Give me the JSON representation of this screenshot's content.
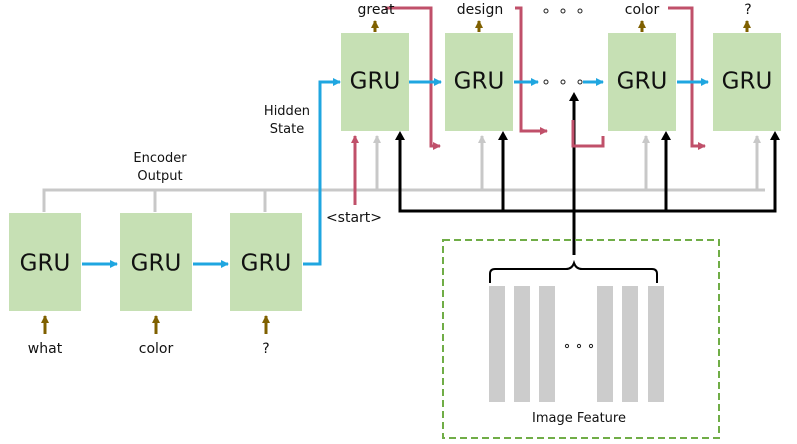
{
  "encoder": {
    "cells": [
      {
        "label": "GRU",
        "input": "what"
      },
      {
        "label": "GRU",
        "input": "color"
      },
      {
        "label": "GRU",
        "input": "?"
      }
    ],
    "output_label_line1": "Encoder",
    "output_label_line2": "Output"
  },
  "decoder": {
    "cells": [
      {
        "label": "GRU",
        "output": "great"
      },
      {
        "label": "GRU",
        "output": "design"
      },
      {
        "label": "GRU",
        "output": "color"
      },
      {
        "label": "GRU",
        "output": "?"
      }
    ],
    "start_token": "<start>",
    "hidden_state_line1": "Hidden",
    "hidden_state_line2": "State"
  },
  "image_feature": {
    "label": "Image Feature"
  },
  "colors": {
    "gru_fill": "#c6e0b4",
    "hidden_arrow": "#1fa6e0",
    "feedback_arrow": "#c0506a",
    "encoder_output_line": "#c8c8c8",
    "image_feature_line": "#000000",
    "input_arrow": "#7f6000",
    "dashed_border": "#70ad47",
    "feature_bar": "#cccccc"
  }
}
